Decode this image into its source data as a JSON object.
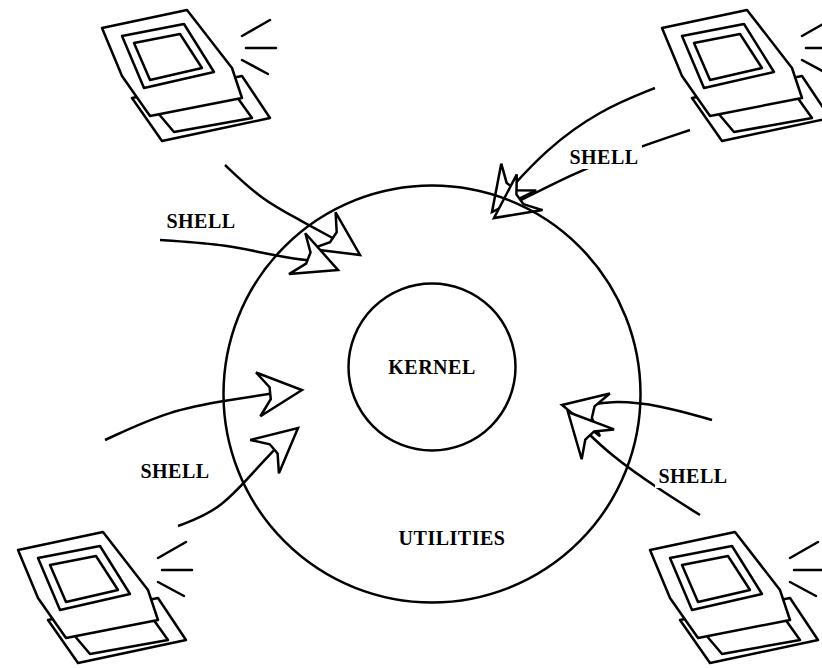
{
  "diagram": {
    "nodes": [
      {
        "text": [
          "UTILITIES"
        ]
      },
      {
        "text": [
          "KERNEL"
        ],
        "in": 0
      }
    ],
    "labels": [
      "SHELL",
      "SHELL",
      "SHELL",
      "SHELL"
    ]
  }
}
